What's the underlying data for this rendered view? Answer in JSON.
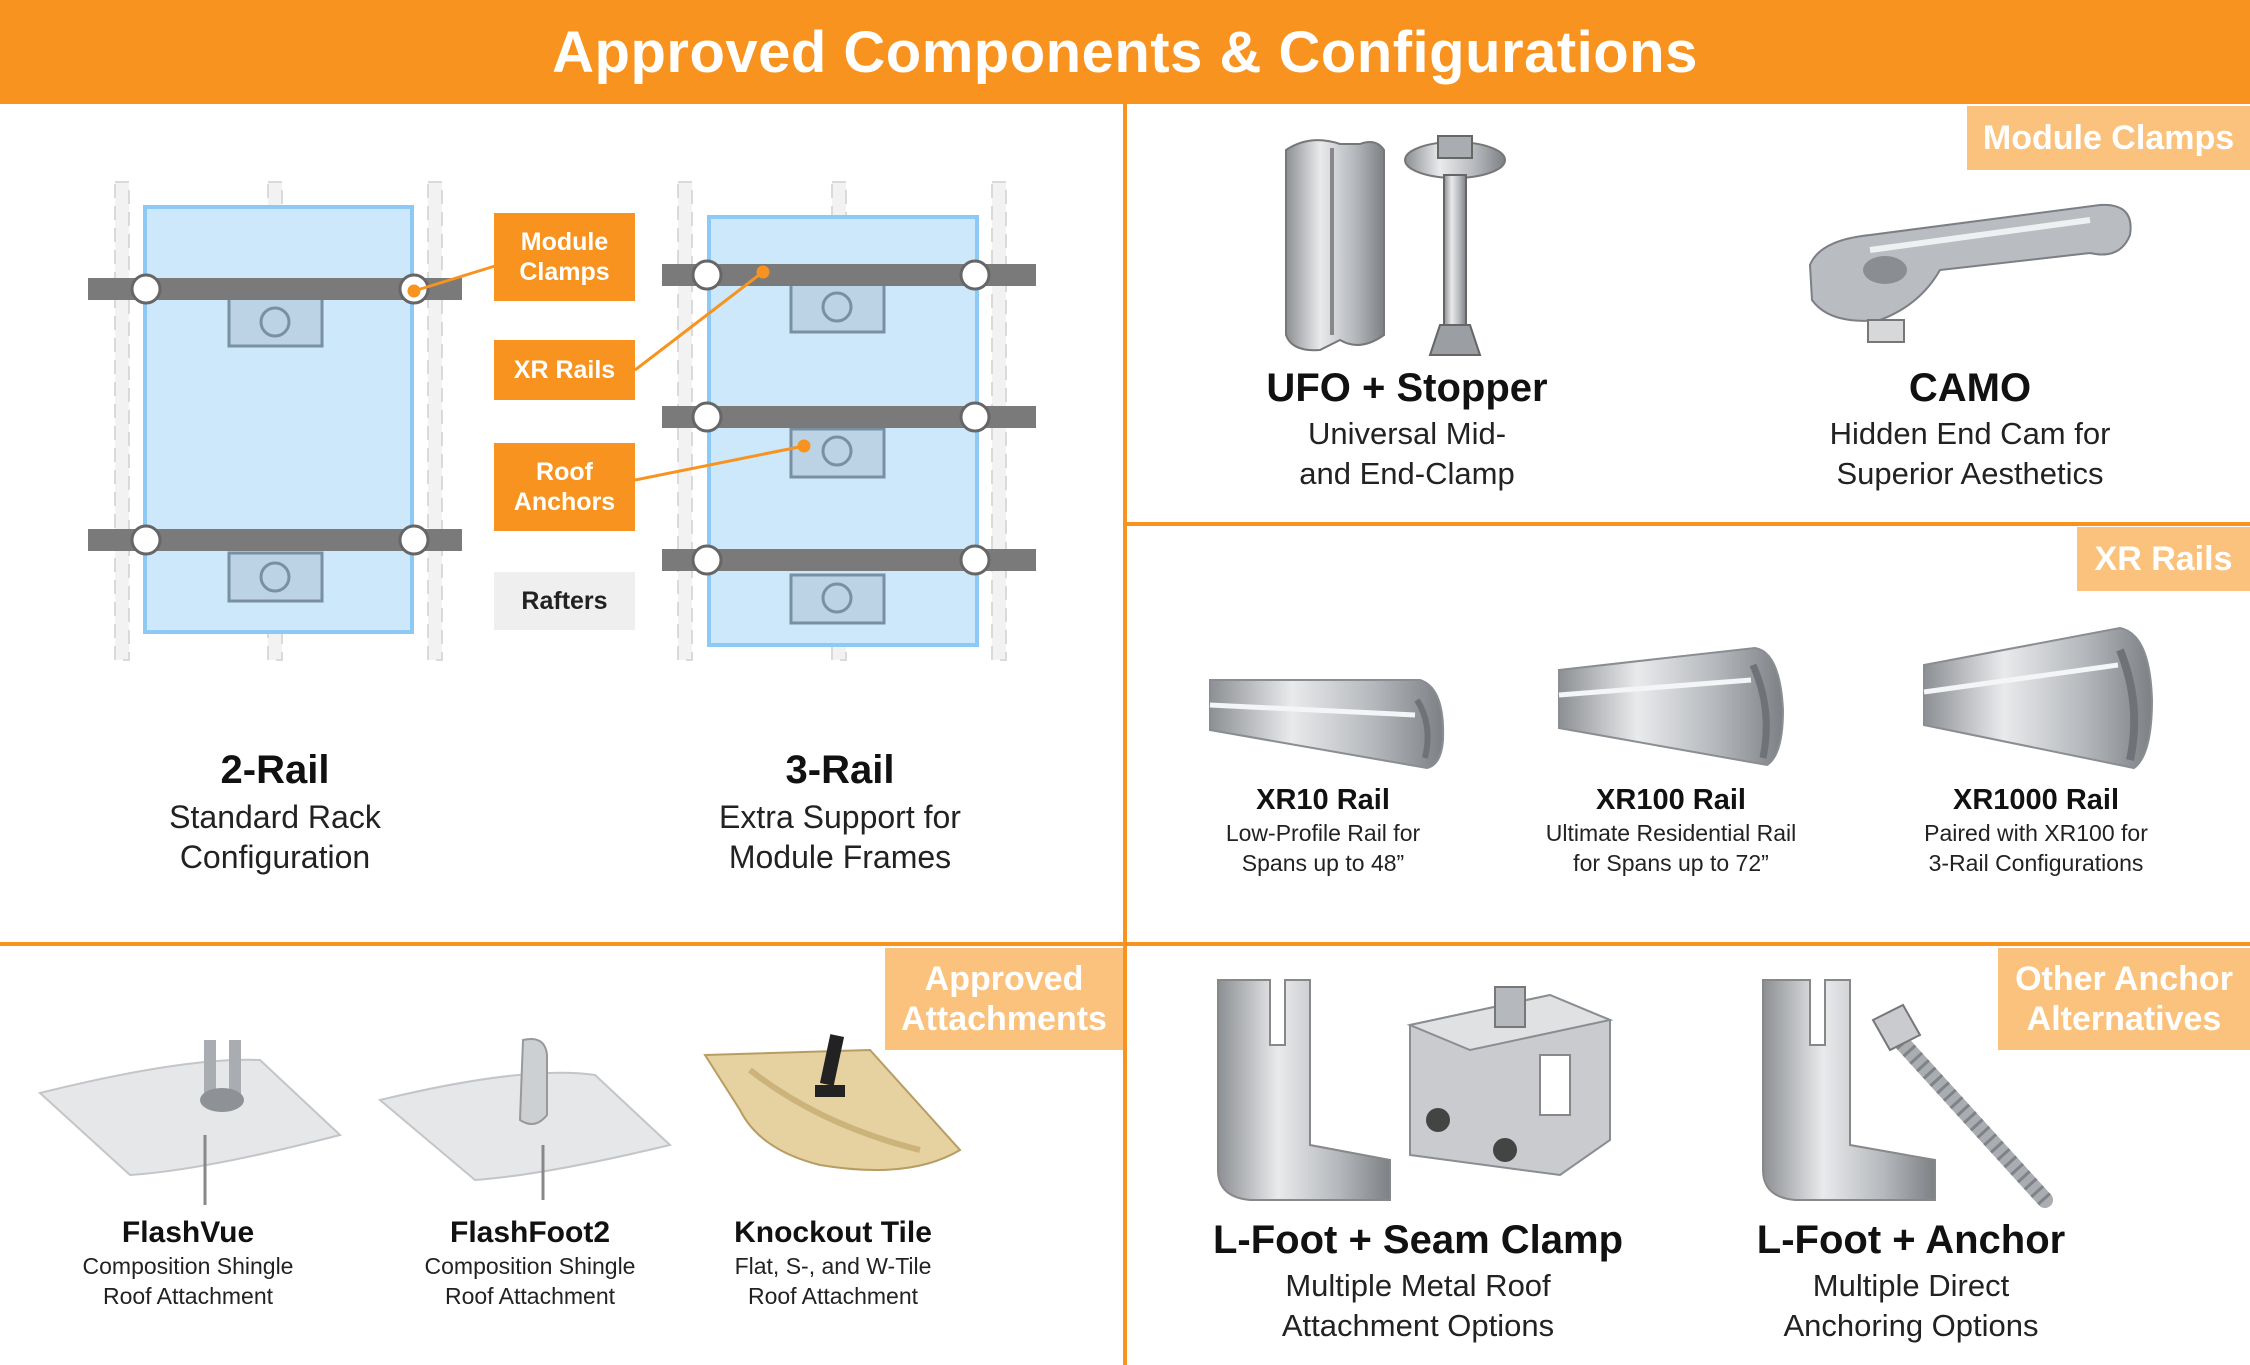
{
  "title": "Approved Components & Configurations",
  "colors": {
    "accent": "#f7931e",
    "tag": "#fbc27d",
    "module_fill": "#cde7fb",
    "module_stroke": "#8ccaf5",
    "rail": "#7a7a7a"
  },
  "configurations": {
    "legend": {
      "module_clamps": "Module\nClamps",
      "xr_rails": "XR Rails",
      "roof_anchors": "Roof\nAnchors",
      "rafters": "Rafters"
    },
    "two_rail": {
      "title": "2-Rail",
      "subtitle": "Standard Rack\nConfiguration"
    },
    "three_rail": {
      "title": "3-Rail",
      "subtitle": "Extra Support for\nModule Frames"
    }
  },
  "module_clamps": {
    "tag": "Module Clamps",
    "items": [
      {
        "title": "UFO + Stopper",
        "subtitle": "Universal Mid-\nand End-Clamp",
        "icon": "ufo-clamp-icon"
      },
      {
        "title": "CAMO",
        "subtitle": "Hidden End Cam for\nSuperior Aesthetics",
        "icon": "camo-clamp-icon"
      }
    ]
  },
  "xr_rails": {
    "tag": "XR Rails",
    "items": [
      {
        "title": "XR10 Rail",
        "subtitle": "Low-Profile Rail for\nSpans up to 48”",
        "icon": "rail-icon"
      },
      {
        "title": "XR100 Rail",
        "subtitle": "Ultimate Residential Rail\nfor Spans up to 72”",
        "icon": "rail-icon"
      },
      {
        "title": "XR1000 Rail",
        "subtitle": "Paired with XR100 for\n3-Rail Configurations",
        "icon": "rail-icon"
      }
    ]
  },
  "attachments": {
    "tag": "Approved\nAttachments",
    "items": [
      {
        "title": "FlashVue",
        "subtitle": "Composition Shingle\nRoof Attachment",
        "icon": "flashing-icon"
      },
      {
        "title": "FlashFoot2",
        "subtitle": "Composition Shingle\nRoof Attachment",
        "icon": "flashing-icon"
      },
      {
        "title": "Knockout Tile",
        "subtitle": "Flat, S-, and W-Tile\nRoof Attachment",
        "icon": "tile-flashing-icon"
      }
    ]
  },
  "anchors": {
    "tag": "Other Anchor\nAlternatives",
    "items": [
      {
        "title": "L-Foot + Seam Clamp",
        "subtitle": "Multiple Metal Roof\nAttachment Options",
        "icon": "seam-clamp-icon"
      },
      {
        "title": "L-Foot + Anchor",
        "subtitle": "Multiple Direct\nAnchoring Options",
        "icon": "lag-anchor-icon"
      }
    ]
  }
}
